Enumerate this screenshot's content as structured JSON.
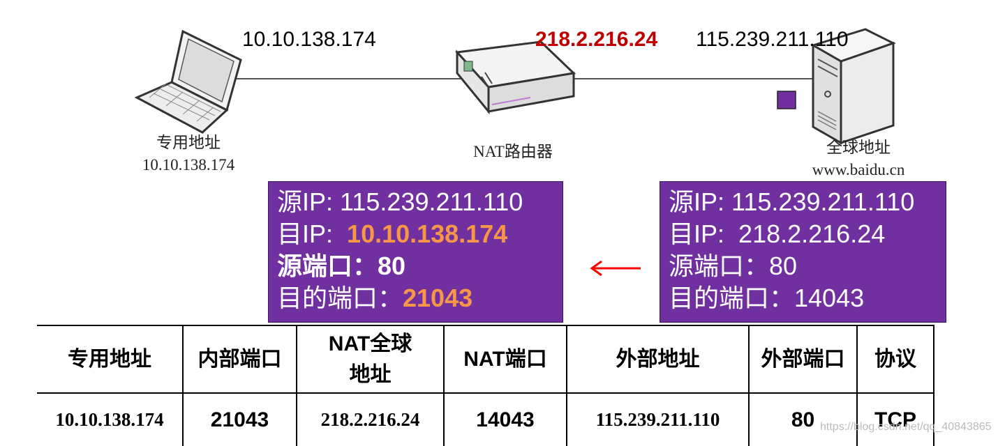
{
  "top_ips": {
    "host": "10.10.138.174",
    "router": "218.2.216.24",
    "server": "115.239.211.110"
  },
  "nodes": {
    "host_label": "专用地址",
    "host_ip": "10.10.138.174",
    "router_label": "NAT路由器",
    "server_label": "全球地址",
    "server_url": "www.baidu.cn"
  },
  "packet_left": {
    "src_ip_label": "源IP: ",
    "src_ip": "115.239.211.110",
    "dst_ip_label": "目IP:",
    "dst_ip": "10.10.138.174",
    "src_port_label": "源端口：",
    "src_port": "80",
    "dst_port_label": "目的端口：",
    "dst_port": "21043"
  },
  "packet_right": {
    "src_ip_label": "源IP: ",
    "src_ip": "115.239.211.110",
    "dst_ip_label": "目IP:",
    "dst_ip": "218.2.216.24",
    "src_port_label": "源端口：",
    "src_port": "80",
    "dst_port_label": "目的端口：",
    "dst_port": "14043"
  },
  "colors": {
    "packet_box": "#7030a0",
    "highlight": "#f79646",
    "router_ip": "#c00000",
    "arrow": "#ff0000"
  },
  "table": {
    "headers": [
      "专用地址",
      "内部端口",
      "NAT全球",
      "地址",
      "NAT端口",
      "外部地址",
      "外部端口",
      "协议"
    ],
    "row": [
      "10.10.138.174",
      "21043",
      "218.2.216.24",
      "14043",
      "115.239.211.110",
      "80",
      "TCP"
    ]
  },
  "watermark": "https://blog.csdn.net/qq_40843865"
}
